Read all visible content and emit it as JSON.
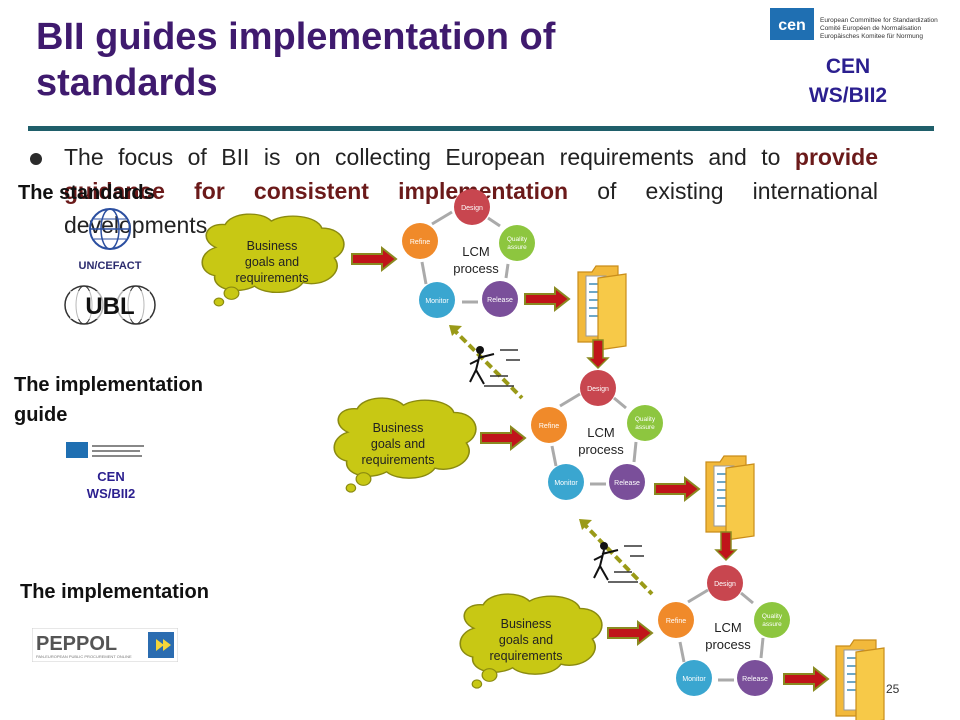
{
  "slide": {
    "title_line1": "BII guides implementation of",
    "title_line2": "standards",
    "page_number": "25"
  },
  "cen_logo": {
    "brand": "cen",
    "line1": "European Committee for Standardization",
    "line2": "Comité Européen de Normalisation",
    "line3": "Europäisches Komitee für Normung",
    "label_line1": "CEN",
    "label_line2": "WS/BII2"
  },
  "bullet": {
    "part1": "The focus of BII is on collecting European requirements and to ",
    "bold": "provide guidance for consistent implementation",
    "part2": " of existing international developments."
  },
  "left_column": {
    "standards_label": "The standards",
    "uncefact_label": "UN/CEFACT",
    "ubl_label": "UBL",
    "guide_label_line1": "The implementation",
    "guide_label_line2": "guide",
    "guide_logo_line1": "CEN",
    "guide_logo_line2": "WS/BII2",
    "impl_label": "The implementation",
    "peppol_label": "PEPPOL",
    "peppol_tagline": "PAN-EUROPEAN PUBLIC PROCUREMENT ONLINE"
  },
  "lcm": {
    "cloud_line1": "Business",
    "cloud_line2": "goals and",
    "cloud_line3": "requirements",
    "center_line1": "LCM",
    "center_line2": "process",
    "design": "Design",
    "quality_line1": "Quality",
    "quality_line2": "assure",
    "release": "Release",
    "monitor": "Monitor",
    "refine": "Refine"
  },
  "colors": {
    "title": "#3f1a6e",
    "rule": "#1f5f6a",
    "cloud_fill": "#c8c814",
    "arrow_red": "#c0141a",
    "arrow_border": "#8a8a20",
    "design": "#c8464f",
    "quality": "#8dc63f",
    "release": "#7a4f9a",
    "monitor": "#3aa6d0",
    "refine": "#f08a2a"
  }
}
